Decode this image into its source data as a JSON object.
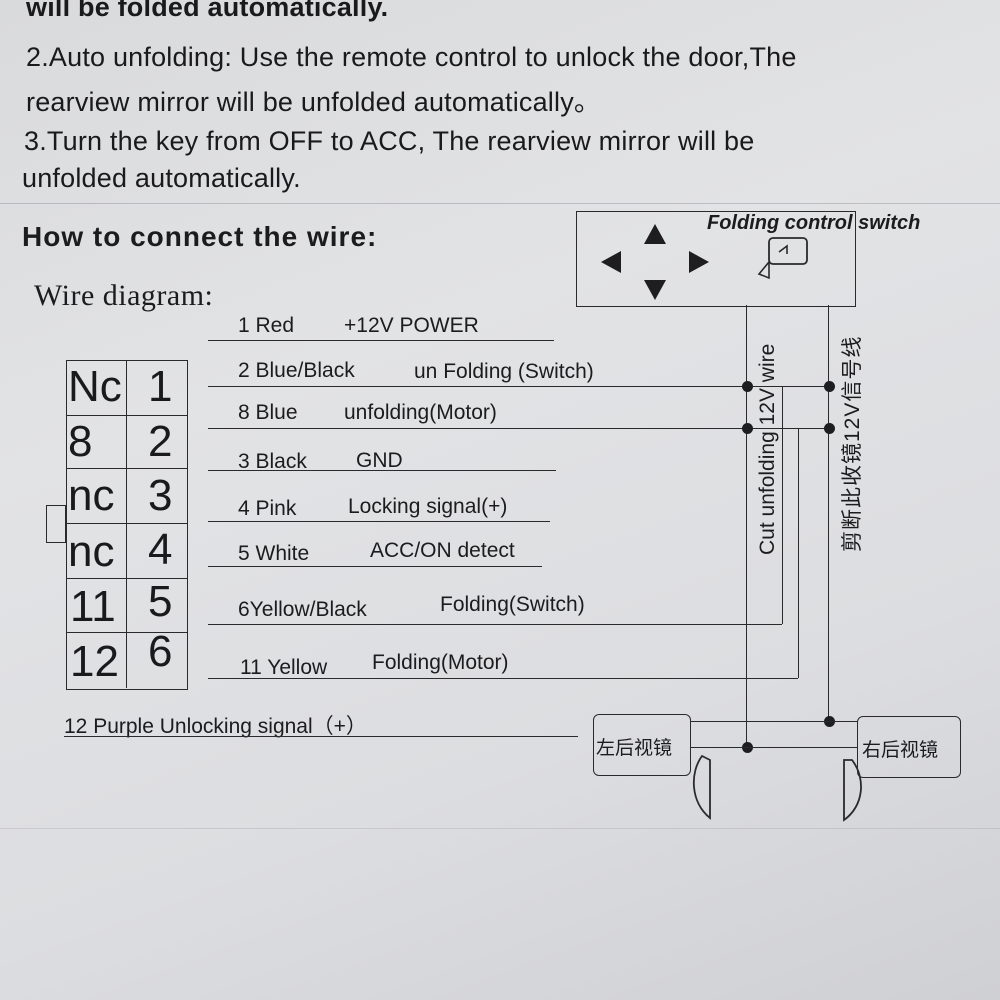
{
  "instructions": {
    "line0": "will be folded automatically.",
    "line1": "2.Auto unfolding: Use the remote control to unlock the door,The",
    "line2": "rearview mirror will be unfolded automatically。",
    "line3": "3.Turn the key from OFF to ACC, The rearview mirror will be",
    "line4": "unfolded automatically."
  },
  "heading": "How to connect the wire:",
  "subheading": "Wire diagram:",
  "switch_label": "Folding control switch",
  "connector": {
    "left": [
      "Nc",
      "8",
      "nc",
      "nc",
      "11",
      "12"
    ],
    "right": [
      "1",
      "2",
      "3",
      "4",
      "5",
      "6"
    ]
  },
  "wires": [
    {
      "num": "1 Red",
      "func": "+12V POWER"
    },
    {
      "num": "2 Blue/Black",
      "func": "un Folding (Switch)"
    },
    {
      "num": "8 Blue",
      "func": "unfolding(Motor)"
    },
    {
      "num": "3 Black",
      "func": "GND"
    },
    {
      "num": "4 Pink",
      "func": "Locking signal(+)"
    },
    {
      "num": "5 White",
      "func": "ACC/ON detect"
    },
    {
      "num": "6Yellow/Black",
      "func": "Folding(Switch)"
    },
    {
      "num": "11 Yellow",
      "func": "Folding(Motor)"
    }
  ],
  "purple_wire": "12 Purple  Unlocking signal（+）",
  "cut_label_en": "Cut unfolding 12V wire",
  "cut_label_cn": "剪断此收镜12V信号线",
  "left_mirror": "左后视镜",
  "right_mirror": "右后视镜"
}
